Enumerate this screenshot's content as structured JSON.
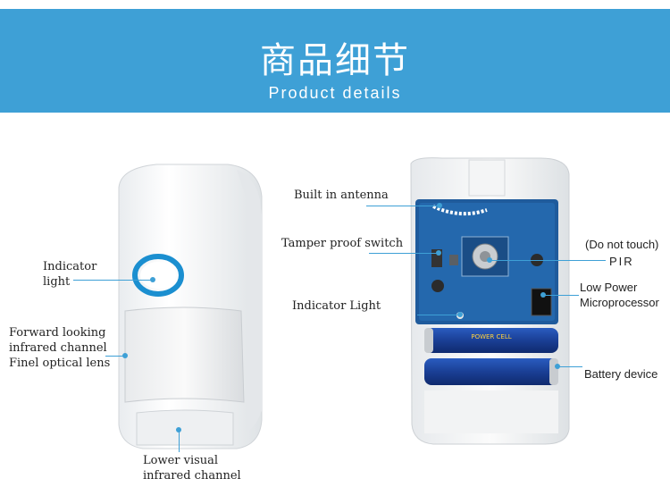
{
  "banner": {
    "title": "商品细节",
    "subtitle": "Product details",
    "color": "#3ea0d6"
  },
  "left_labels": {
    "indicator_light": [
      "Indicator",
      "light"
    ],
    "forward_looking": [
      "Forward looking",
      "infrared channel",
      "Finel optical lens"
    ],
    "lower_visual": [
      "Lower visual",
      "infrared channel"
    ]
  },
  "right_labels": {
    "built_in_antenna": "Built in antenna",
    "tamper_proof_switch": "Tamper proof switch",
    "indicator_light": "Indicator Light",
    "do_not_touch": "(Do not touch)",
    "pir": "PIR",
    "low_power": [
      "Low Power",
      "Microprocessor"
    ],
    "battery_device": "Battery device"
  },
  "battery_text": "POWER CELL"
}
